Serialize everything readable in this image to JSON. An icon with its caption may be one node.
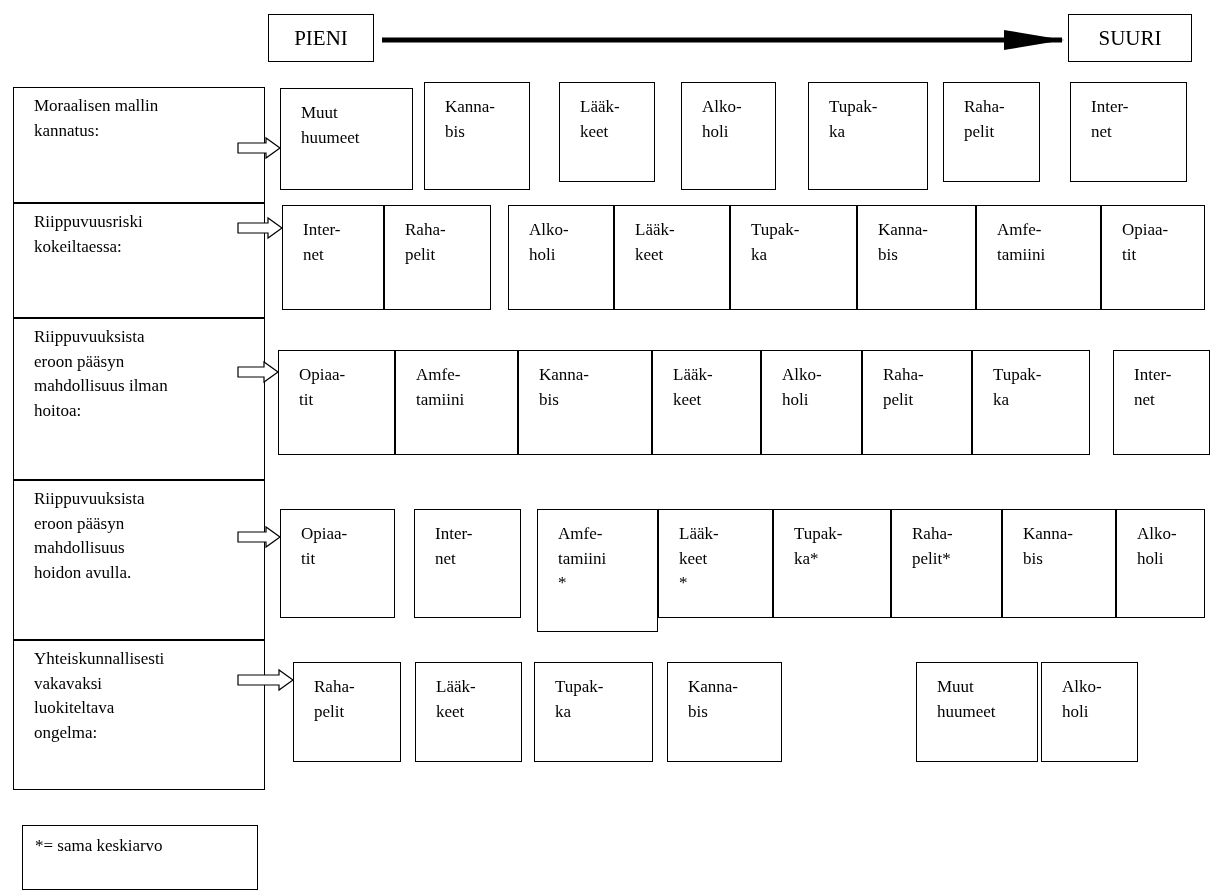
{
  "diagram": {
    "nodes": [
      {
        "text": [
          "PIENI"
        ]
      },
      {
        "text": [
          "SUURI"
        ]
      },
      {
        "text": [
          "Moraalisen mallin kannatus:"
        ]
      },
      {
        "text": [
          "Muut huumeet"
        ]
      },
      {
        "text": [
          "Kanna- bis"
        ]
      },
      {
        "text": [
          "Lääk- keet"
        ]
      },
      {
        "text": [
          "Alko- holi"
        ]
      },
      {
        "text": [
          "Tupak- ka"
        ]
      },
      {
        "text": [
          "Raha- pelit"
        ]
      },
      {
        "text": [
          "Inter- net"
        ]
      },
      {
        "text": [
          "Riippuvuusriski kokeiltaessa:"
        ]
      },
      {
        "text": [
          "Inter- net"
        ]
      },
      {
        "text": [
          "Raha- pelit"
        ]
      },
      {
        "text": [
          "Alko- holi"
        ]
      },
      {
        "text": [
          "Lääk- keet"
        ]
      },
      {
        "text": [
          "Tupak- ka"
        ]
      },
      {
        "text": [
          "Kanna- bis"
        ]
      },
      {
        "text": [
          "Amfe- tamiini"
        ]
      },
      {
        "text": [
          "Opiaa- tit"
        ]
      },
      {
        "text": [
          "Riippuvuuksista eroon pääsyn mahdollisuus ilman hoitoa:"
        ]
      },
      {
        "text": [
          "Opiaa- tit"
        ]
      },
      {
        "text": [
          "Amfe- tamiini"
        ]
      },
      {
        "text": [
          "Kanna- bis"
        ]
      },
      {
        "text": [
          "Lääk- keet"
        ]
      },
      {
        "text": [
          "Alko- holi"
        ]
      },
      {
        "text": [
          "Raha- pelit"
        ]
      },
      {
        "text": [
          "Tupak- ka"
        ]
      },
      {
        "text": [
          "Inter- net"
        ]
      },
      {
        "text": [
          "Riippuvuuksista eroon pääsyn mahdollisuus hoidon avulla."
        ]
      },
      {
        "text": [
          "Opiaa- tit"
        ]
      },
      {
        "text": [
          "Inter- net"
        ]
      },
      {
        "text": [
          "Amfe- tamiini *"
        ]
      },
      {
        "text": [
          "Lääk- keet *"
        ]
      },
      {
        "text": [
          "Tupak- ka*"
        ]
      },
      {
        "text": [
          "Raha- pelit*"
        ]
      },
      {
        "text": [
          "Kanna- bis"
        ]
      },
      {
        "text": [
          "Alko- holi"
        ]
      },
      {
        "text": [
          "Yhteiskunnallisesti vakavaksi luokiteltava ongelma:"
        ]
      },
      {
        "text": [
          "Raha- pelit"
        ]
      },
      {
        "text": [
          "Lääk- keet"
        ]
      },
      {
        "text": [
          "Tupak- ka"
        ]
      },
      {
        "text": [
          "Kanna- bis"
        ]
      },
      {
        "text": [
          "Muut huumeet"
        ]
      },
      {
        "text": [
          "Alko- holi"
        ]
      },
      {
        "text": [
          "*= sama keskiarvo"
        ]
      }
    ],
    "edges": [
      {
        "from": 0,
        "to": 1,
        "arrow": "to"
      },
      {
        "from": 2,
        "to": 3,
        "arrow": "to"
      },
      {
        "from": 10,
        "to": 11,
        "arrow": "to"
      },
      {
        "from": 19,
        "to": 20,
        "arrow": "to"
      },
      {
        "from": 28,
        "to": 29,
        "arrow": "to"
      },
      {
        "from": 37,
        "to": 38,
        "arrow": "to"
      }
    ]
  }
}
